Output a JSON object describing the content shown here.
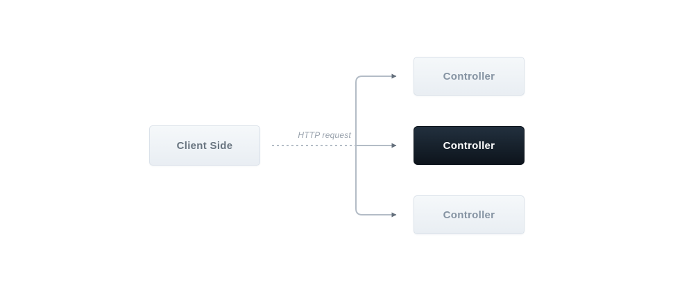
{
  "diagram": {
    "client_box": {
      "label": "Client Side"
    },
    "arrow_label": "HTTP request",
    "controllers": [
      {
        "label": "Controller",
        "variant": "light"
      },
      {
        "label": "Controller",
        "variant": "dark"
      },
      {
        "label": "Controller",
        "variant": "light"
      }
    ],
    "colors": {
      "line": "#b3bcc6",
      "arrowhead": "#65707c",
      "light_box_bg_top": "#f5f8fa",
      "light_box_bg_bottom": "#e9eef3",
      "light_box_border": "#dbe2ea",
      "light_text": "#8593a2",
      "client_text": "#697580",
      "dark_box_top": "#22303e",
      "dark_box_bottom": "#0d141c",
      "dark_text": "#ffffff",
      "label_text": "#97a0ab"
    }
  }
}
